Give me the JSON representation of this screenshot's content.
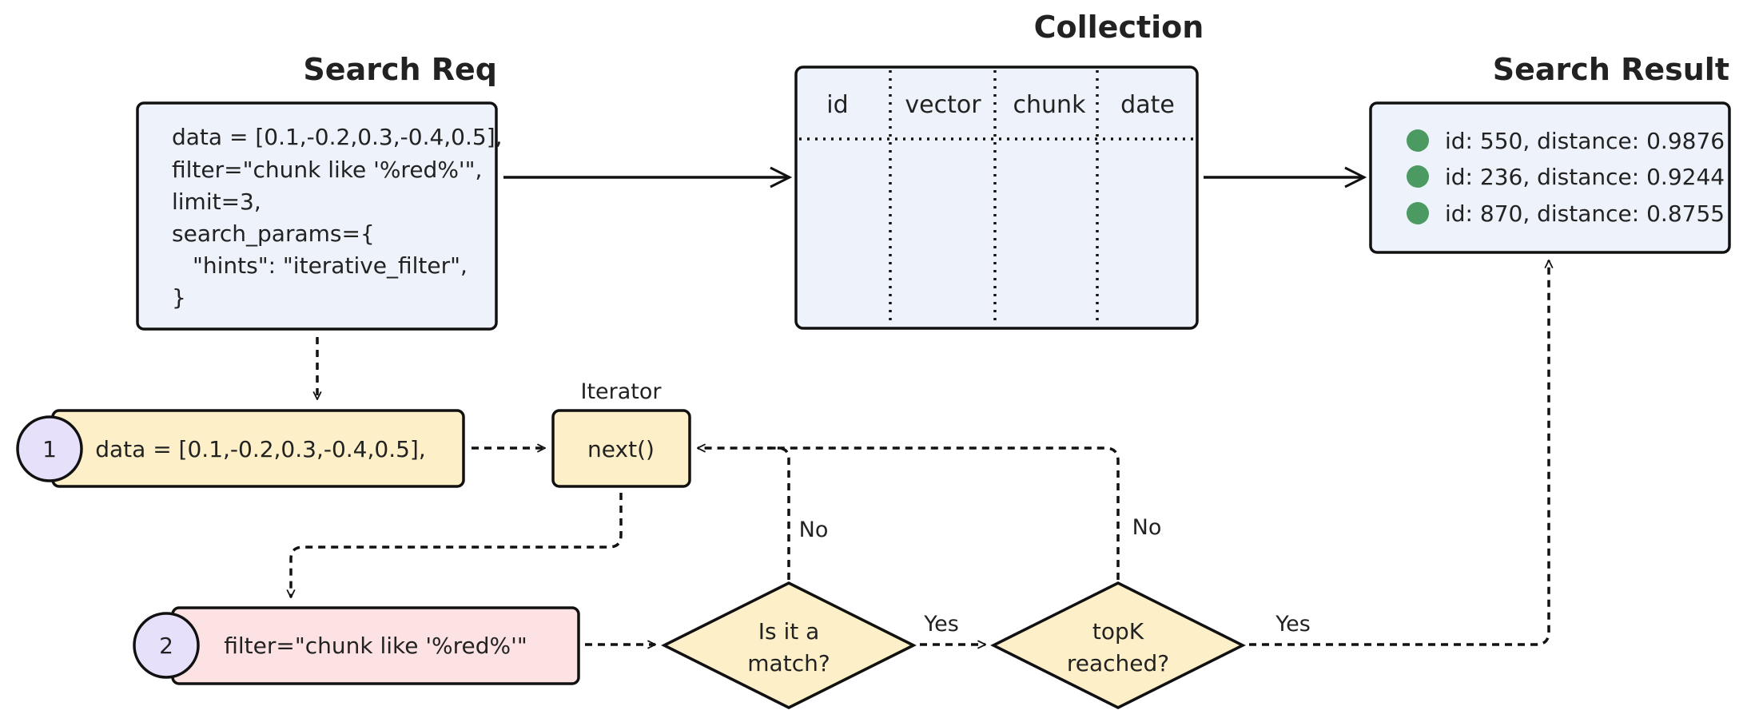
{
  "search_req": {
    "title": "Search Req",
    "lines": [
      "data = [0.1,-0.2,0.3,-0.4,0.5],",
      "filter=\"chunk like '%red%'\",",
      "limit=3,",
      "search_params={",
      "\"hints\": \"iterative_filter\",",
      "}"
    ]
  },
  "collection": {
    "title": "Collection",
    "columns": [
      "id",
      "vector",
      "chunk",
      "date"
    ]
  },
  "search_result": {
    "title": "Search Result",
    "items": [
      "id: 550, distance: 0.9876",
      "id: 236, distance: 0.9244",
      "id: 870, distance: 0.8755"
    ]
  },
  "step1": {
    "number": "1",
    "text": "data = [0.1,-0.2,0.3,-0.4,0.5],"
  },
  "step2": {
    "number": "2",
    "text": "filter=\"chunk like '%red%'\""
  },
  "iterator": {
    "label": "Iterator",
    "text": "next()"
  },
  "decision_match": {
    "line1": "Is it a",
    "line2": "match?"
  },
  "decision_topk": {
    "line1": "topK",
    "line2": "reached?"
  },
  "edge_labels": {
    "yes_match": "Yes",
    "no_match": "No",
    "yes_topk": "Yes",
    "no_topk": "No"
  },
  "colors": {
    "blue_fill": "#eef2fb",
    "yellow_fill": "#fdf0c9",
    "pink_fill": "#fde2e3",
    "circle_fill": "#e7e0fb",
    "result_dot": "#4a9a62",
    "stroke": "#111111"
  }
}
